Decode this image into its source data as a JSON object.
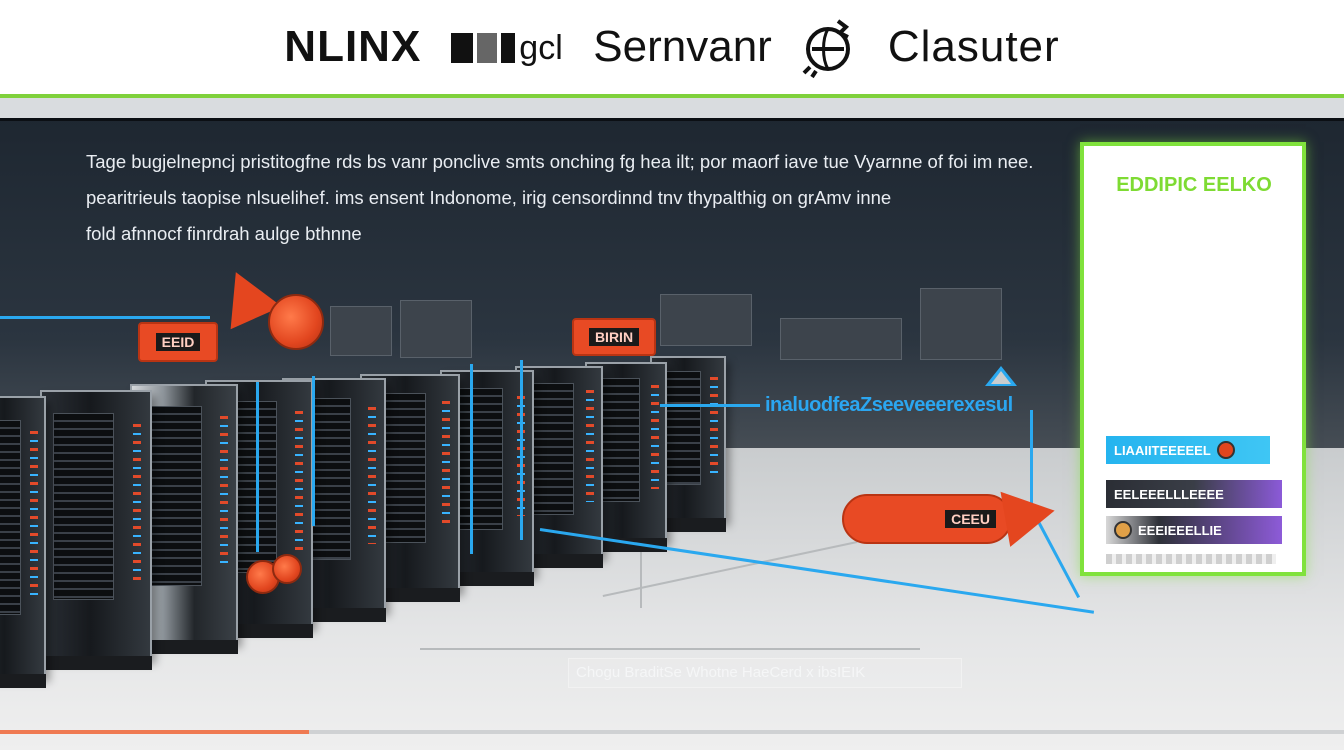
{
  "header": {
    "title_word_1": "NLINX",
    "title_word_2": "Sernvanr",
    "title_word_3": "Clasuter",
    "title_word_1_partial": "gcl"
  },
  "description": {
    "line1": "Tage bugjelnepncj pristitogfne rds bs vanr ponclive smts onching fg hea ilt; por maorf iave tue  Vyarnne of foi im nee.",
    "line2": "pearitrieuls taopise nlsuelihef. ims ensent Indonome, irig  censordinnd tnv thypalthig  on grAmv inne",
    "line3": "fold afnnocf finrdrah aulge bthnne"
  },
  "tags": {
    "left_tag": "EEID",
    "top_tag": "BIRIN"
  },
  "labels": {
    "blue_callout": "inaluodfeaZseeveeerexesul",
    "bottom_caption": "Chogu BraditSe Whotne  HaeCerd x ibsIEIK",
    "red_badge_text": "CEEU"
  },
  "panel": {
    "heading": "EDDIPIC EELKO",
    "bar1_label": "LIAAIITEEEEEL",
    "bar2_label": "EELEEELLLEEEE",
    "bar3_label": "EEEIEEELLIE"
  },
  "progress": {
    "fraction": 0.23
  },
  "colors": {
    "accent_green": "#7fd13b",
    "connection_blue": "#2aa8ef",
    "tag_red": "#e84a24"
  }
}
